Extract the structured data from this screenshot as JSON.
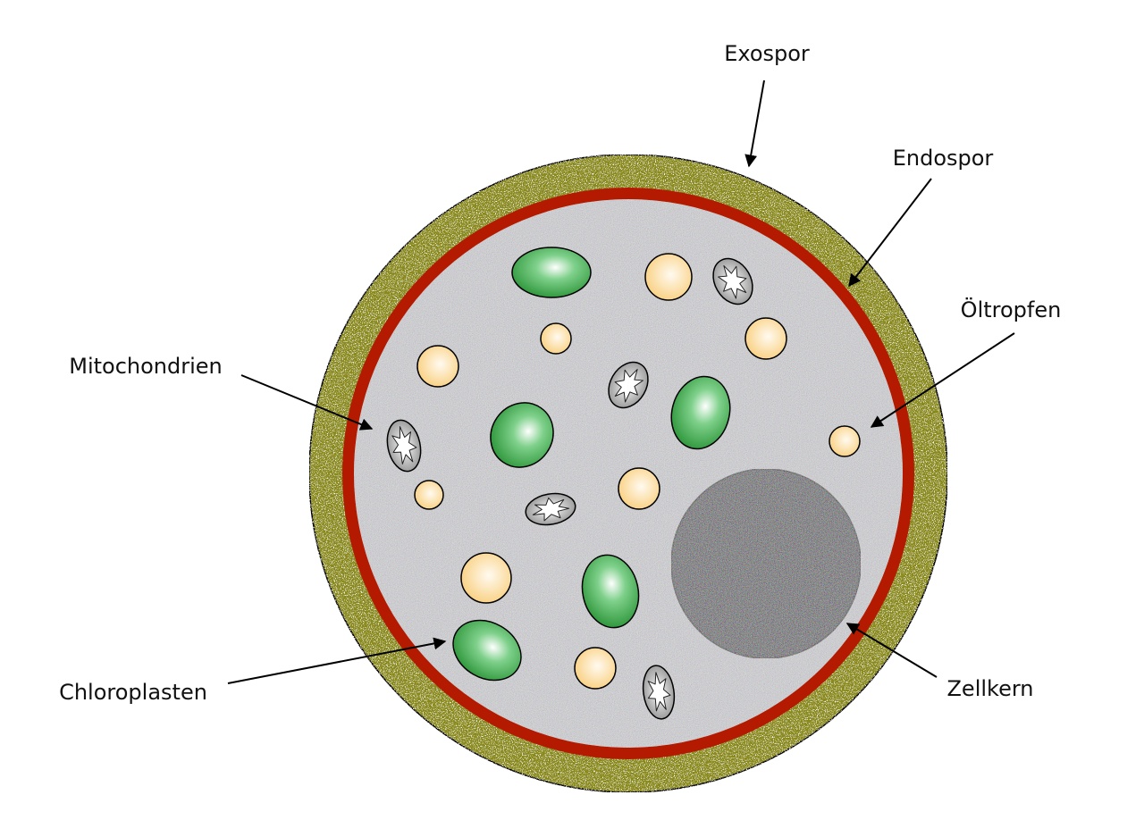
{
  "labels": {
    "exospor": "Exospor",
    "endospor": "Endospor",
    "oeltropfen": "Öltropfen",
    "mitochondrien": "Mitochondrien",
    "chloroplasten": "Chloroplasten",
    "zellkern": "Zellkern"
  },
  "colors": {
    "exospor": "#8a8a1e",
    "endospor": "#b31a00",
    "cytoplasm": "#d9d9de",
    "chloroplast": "#2e9a3a",
    "oil_drop": "#fbd68a",
    "mitochondrion": "#9a9a9a",
    "nucleus": "#5a5a5e"
  }
}
